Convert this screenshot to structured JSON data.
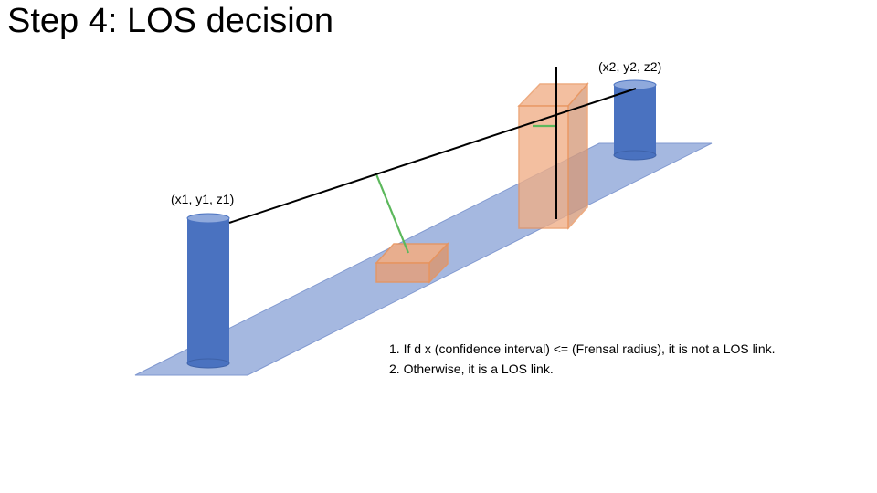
{
  "slide": {
    "title": "Step 4: LOS decision",
    "point_labels": {
      "tx": "(x1, y1, z1)",
      "rx": "(x2, y2, z2)"
    },
    "rules": [
      "1. If d x (confidence interval) <= (Frensal radius), it is not a LOS link.",
      "2. Otherwise, it is a LOS link."
    ]
  },
  "colors": {
    "ground": "#a5b8e0",
    "ground_edge": "#7f97cf",
    "antenna": "#4a72c0",
    "antenna_top": "#8fa9dc",
    "obstacle_fill": "#f0ae86",
    "obstacle_edge": "#e8945e",
    "los_line": "#000000",
    "distance_line": "#5cb85c"
  }
}
